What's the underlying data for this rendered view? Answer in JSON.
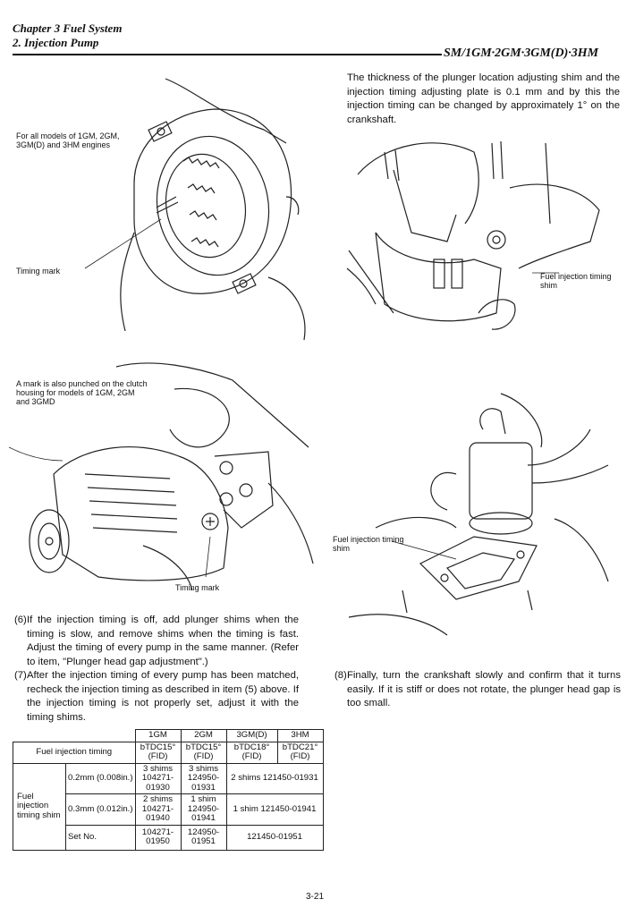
{
  "header": {
    "chapter": "Chapter 3 Fuel System",
    "section": "2. Injection Pump",
    "models": "SM/1GM·2GM·3GM(D)·3HM"
  },
  "figures": {
    "fig1": {
      "note": "For all models of 1GM, 2GM, 3GM(D) and 3HM engines",
      "label": "Timing mark"
    },
    "fig2": {
      "note": "A mark is also punched on the clutch housing for models of 1GM, 2GM and 3GMD",
      "label": "Timing mark"
    },
    "fig3": {
      "label": "Fuel injection timing shim"
    },
    "fig4": {
      "label": "Fuel injection timing shim"
    }
  },
  "right_intro": "The thickness of the plunger location adjusting shim and the injection timing adjusting plate is 0.1 mm and by this the injection timing can be changed by approximately 1° on the crankshaft.",
  "items": [
    {
      "num": "(6)",
      "text": "If the injection timing is off, add plunger shims when the timing is slow, and remove shims when the timing is fast. Adjust the timing of every pump in the same manner. (Refer to item, \"Plunger head gap adjustment\".)"
    },
    {
      "num": "(7)",
      "text": "After the injection timing of every pump has been matched, recheck the injection timing as described in item (5) above. If the injection timing is not properly set, adjust it with the timing shims."
    },
    {
      "num": "(8)",
      "text": "Finally, turn the crankshaft slowly and confirm that it turns easily. If it is stiff or does not rotate, the plunger head gap is too small."
    }
  ],
  "table": {
    "headers": [
      "1GM",
      "2GM",
      "3GM(D)",
      "3HM"
    ],
    "timing_label": "Fuel injection timing",
    "timing": [
      "bTDC15° (FID)",
      "bTDC15° (FID)",
      "bTDC18° (FID)",
      "bTDC21° (FID)"
    ],
    "shim_label": "Fuel injection timing shim",
    "rows": [
      {
        "size": "0.2mm (0.008in.)",
        "c1": "3 shims 104271-01930",
        "c2": "3 shims 124950-01931",
        "c34": "2 shims 121450-01931"
      },
      {
        "size": "0.3mm (0.012in.)",
        "c1": "2 shims 104271-01940",
        "c2": "1 shim 124950-01941",
        "c34": "1 shim 121450-01941"
      },
      {
        "size": "Set No.",
        "c1": "104271-01950",
        "c2": "124950-01951",
        "c34": "121450-01951"
      }
    ]
  },
  "page_number": "3-21"
}
